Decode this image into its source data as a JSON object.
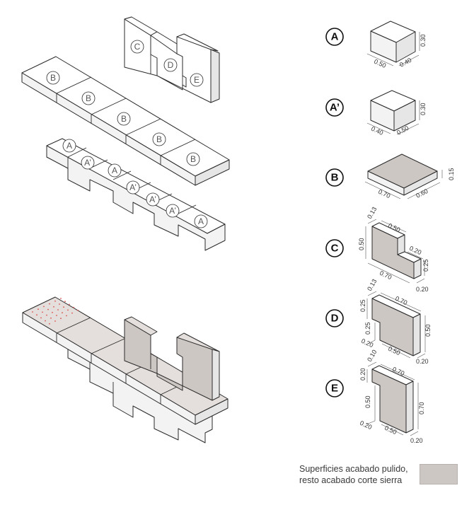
{
  "labels": {
    "A": "A",
    "A_prime": "A’",
    "B": "B",
    "C": "C",
    "D": "D",
    "E": "E"
  },
  "pieces": [
    {
      "id": "A",
      "dims": [
        "0.50",
        "0.40",
        "0.30"
      ]
    },
    {
      "id": "A_prime",
      "dims": [
        "0.40",
        "0.50",
        "0.30"
      ]
    },
    {
      "id": "B",
      "dims": [
        "0.70",
        "0.60",
        "0.15"
      ]
    },
    {
      "id": "C",
      "dims": [
        "0.13",
        "0.50",
        "0.50",
        "0.20",
        "0.25",
        "0.70",
        "0.20"
      ]
    },
    {
      "id": "D",
      "dims": [
        "0.13",
        "0.25",
        "0.70",
        "0.25",
        "0.50",
        "0.20",
        "0.50",
        "0.20"
      ]
    },
    {
      "id": "E",
      "dims": [
        "0.10",
        "0.20",
        "0.70",
        "0.50",
        "0.70",
        "0.20",
        "0.50",
        "0.20"
      ]
    }
  ],
  "legend": {
    "line1": "Superficies acabado pulido,",
    "line2": "resto acabado corte sierra"
  },
  "colors": {
    "polished": "#cdc7c4",
    "line": "#2b2b2b"
  }
}
